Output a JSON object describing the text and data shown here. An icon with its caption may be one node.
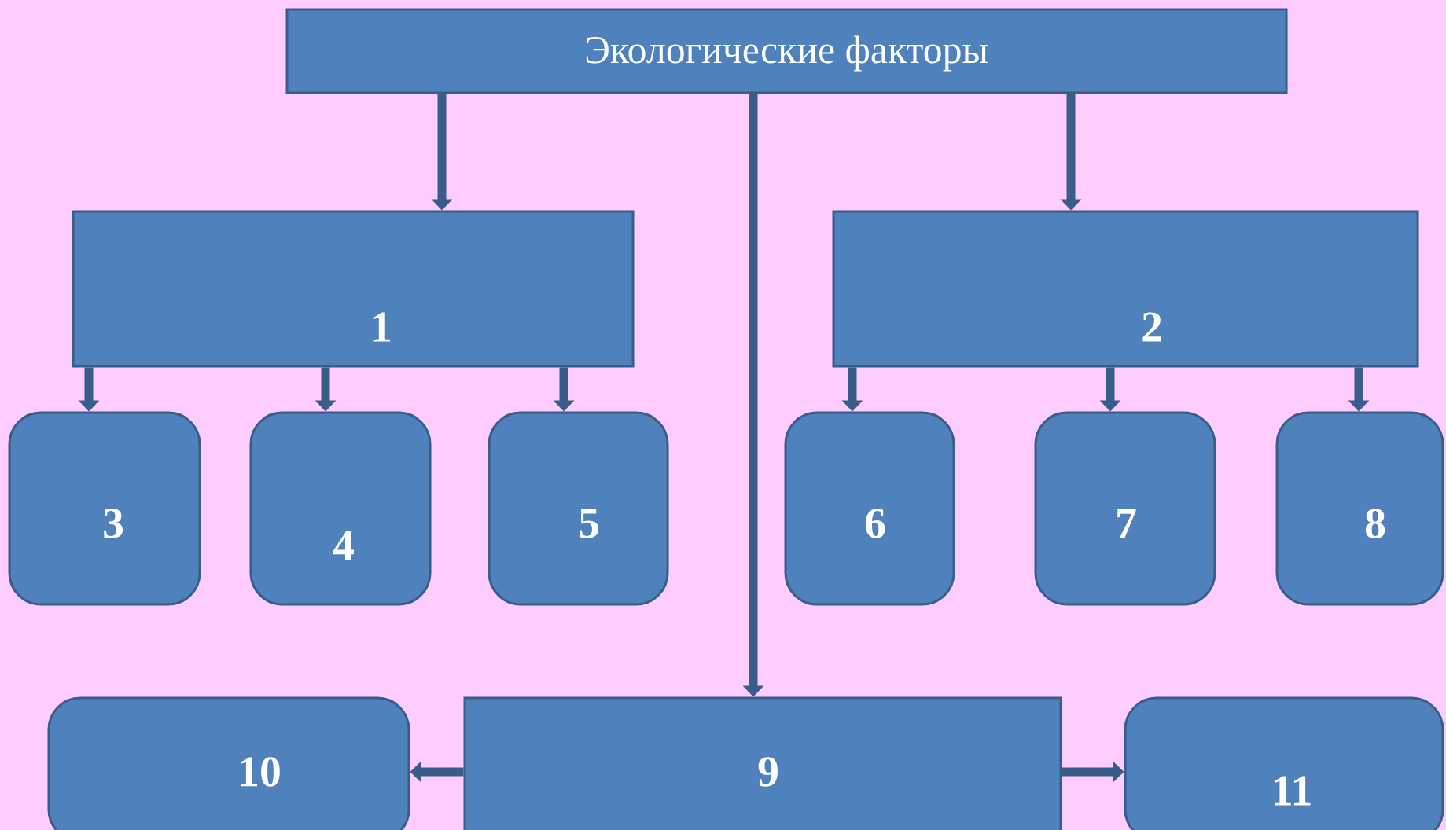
{
  "diagram": {
    "nodes": [
      {
        "text": [
          "Экологические факторы"
        ]
      },
      {
        "text": [
          "1"
        ]
      },
      {
        "text": [
          "2"
        ]
      },
      {
        "text": [
          "3"
        ]
      },
      {
        "text": [
          "4"
        ]
      },
      {
        "text": [
          "5"
        ]
      },
      {
        "text": [
          "6"
        ]
      },
      {
        "text": [
          "7"
        ]
      },
      {
        "text": [
          "8"
        ]
      },
      {
        "text": [
          "9"
        ]
      },
      {
        "text": [
          "10"
        ]
      },
      {
        "text": [
          "11"
        ]
      }
    ],
    "edges": [
      {
        "from": 0,
        "to": 1,
        "arrow": "to"
      },
      {
        "from": 0,
        "to": 9,
        "arrow": "to"
      },
      {
        "from": 0,
        "to": 2,
        "arrow": "to"
      },
      {
        "from": 1,
        "to": 3,
        "arrow": "to"
      },
      {
        "from": 1,
        "to": 4,
        "arrow": "to"
      },
      {
        "from": 1,
        "to": 5,
        "arrow": "to"
      },
      {
        "from": 2,
        "to": 6,
        "arrow": "to"
      },
      {
        "from": 2,
        "to": 7,
        "arrow": "to"
      },
      {
        "from": 2,
        "to": 8,
        "arrow": "to"
      },
      {
        "from": 9,
        "to": 10,
        "arrow": "to"
      },
      {
        "from": 9,
        "to": 11,
        "arrow": "to"
      }
    ]
  }
}
